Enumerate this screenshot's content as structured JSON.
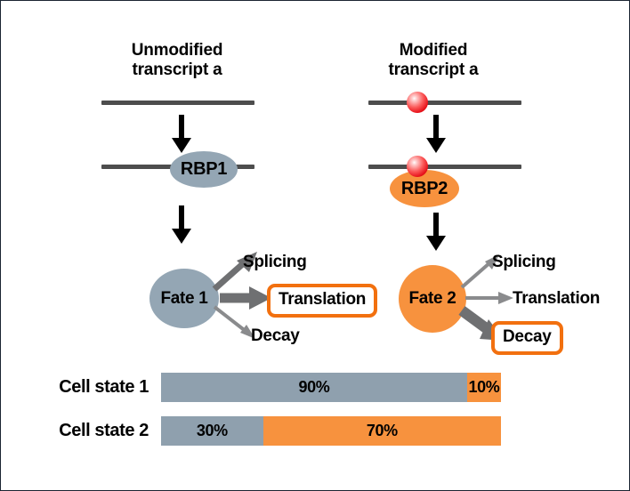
{
  "figure": {
    "background_color": "#ffffff",
    "border_color": "#1b2432",
    "palette": {
      "gray_blue": "#8fa0ae",
      "gray_blue_shape": "#94a6b4",
      "orange": "#f7923e",
      "orange_border": "#f2700f",
      "transcript_gray": "#4d4d4d",
      "arrow_gray": "#6f7072",
      "modification_red": "#e8131b",
      "text_black": "#000000"
    }
  },
  "columns": {
    "left": {
      "title_line1": "Unmodified",
      "title_line2": "transcript a",
      "rbp_label": "RBP1",
      "fate_label": "Fate 1",
      "outcomes": [
        {
          "label": "Splicing",
          "emphasis": "medium",
          "boxed": false
        },
        {
          "label": "Translation",
          "emphasis": "strong",
          "boxed": true
        },
        {
          "label": "Decay",
          "emphasis": "weak",
          "boxed": false
        }
      ],
      "has_modification_mark": false
    },
    "right": {
      "title_line1": "Modified",
      "title_line2": "transcript a",
      "rbp_label": "RBP2",
      "fate_label": "Fate 2",
      "outcomes": [
        {
          "label": "Splicing",
          "emphasis": "weak",
          "boxed": false
        },
        {
          "label": "Translation",
          "emphasis": "weak",
          "boxed": false
        },
        {
          "label": "Decay",
          "emphasis": "strong",
          "boxed": true
        }
      ],
      "has_modification_mark": true,
      "modification_mark_name": "rna-modification-mark"
    }
  },
  "chart_data": {
    "type": "bar",
    "orientation": "horizontal",
    "stacked": true,
    "title": "",
    "xlabel": "",
    "ylabel": "",
    "xlim": [
      0,
      100
    ],
    "grid": false,
    "legend": "none",
    "categories": [
      "Cell state 1",
      "Cell state 2"
    ],
    "series": [
      {
        "name": "Unmodified transcript a",
        "color": "#8fa0ae",
        "values": [
          90,
          30
        ]
      },
      {
        "name": "Modified transcript a",
        "color": "#f7923e",
        "values": [
          10,
          70
        ]
      }
    ],
    "rows": [
      {
        "label": "Cell state 1",
        "segments": [
          {
            "series": "Unmodified transcript a",
            "value": 90,
            "data_label": "90%",
            "color": "#8fa0ae"
          },
          {
            "series": "Modified transcript a",
            "value": 10,
            "data_label": "10%",
            "color": "#f7923e"
          }
        ]
      },
      {
        "label": "Cell state 2",
        "segments": [
          {
            "series": "Unmodified transcript a",
            "value": 30,
            "data_label": "30%",
            "color": "#8fa0ae"
          },
          {
            "series": "Modified transcript a",
            "value": 70,
            "data_label": "70%",
            "color": "#f7923e"
          }
        ]
      }
    ]
  }
}
